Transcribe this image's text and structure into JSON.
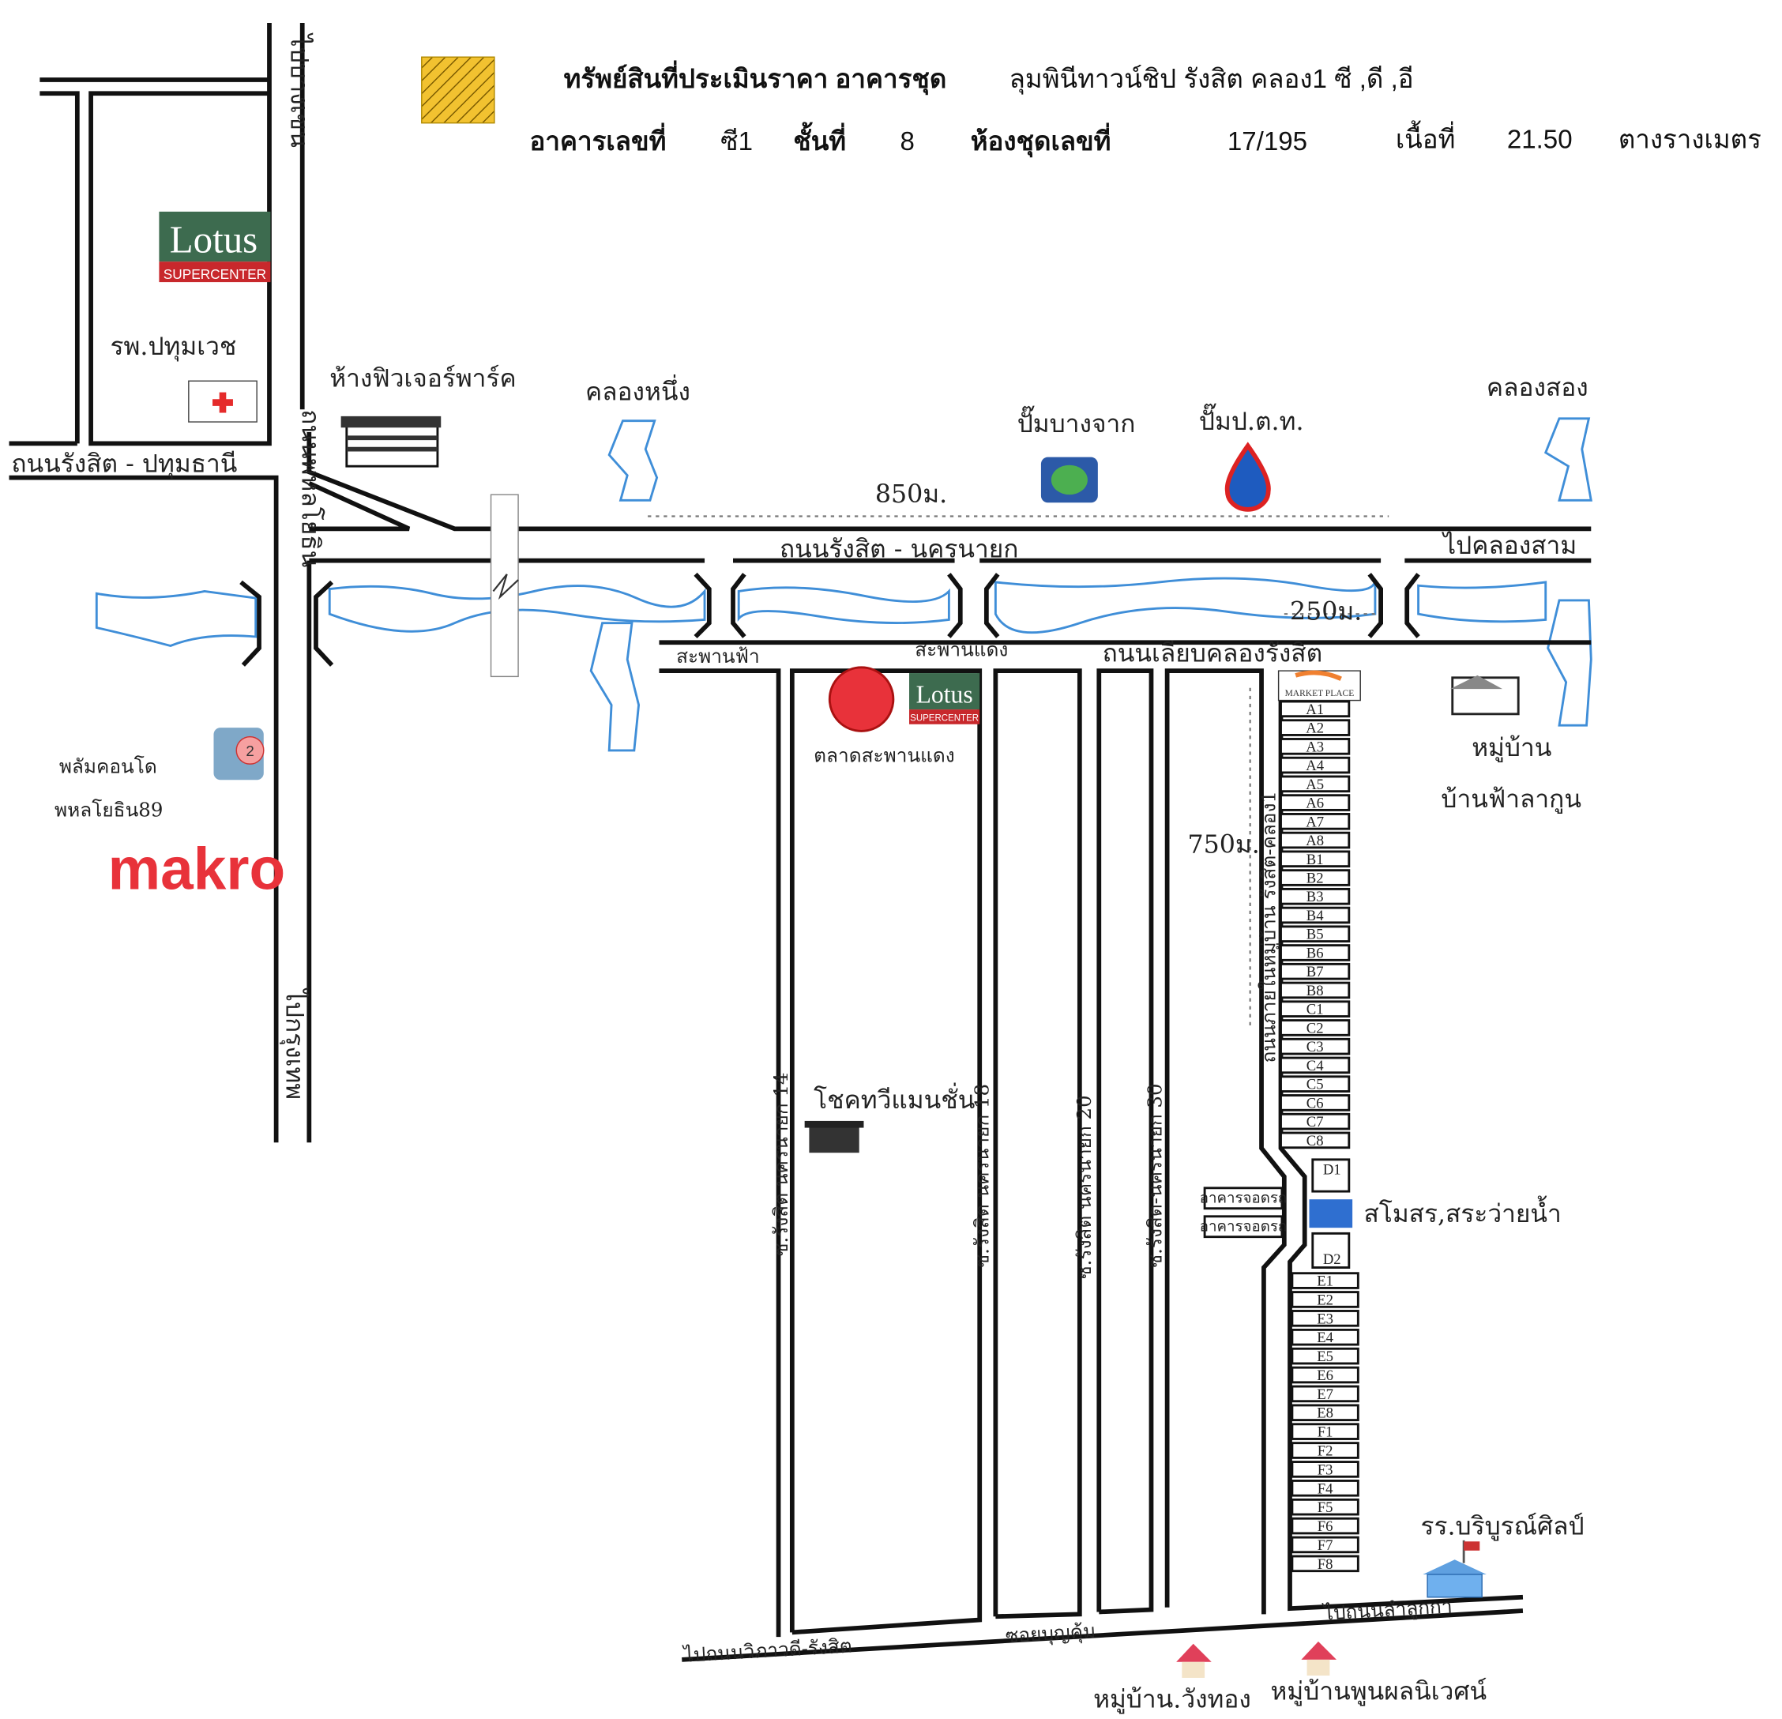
{
  "header": {
    "title_bold": "ทรัพย์สินที่ประเมินราคา อาคารชุด",
    "title_rest": "ลุมพินีทาวน์ชิป รังสิต คลอง1 ซี ,ดี ,อี",
    "building_label": "อาคารเลขที่",
    "building_value": "ซี1",
    "floor_label": "ชั้นที่",
    "floor_value": "8",
    "unit_label": "ห้องชุดเลขที่",
    "unit_value": "17/195",
    "area_label": "เนื้อที่",
    "area_value": "21.50",
    "area_unit": "ตางรางเมตร"
  },
  "colors": {
    "subject": "#f2c230",
    "water": "#3f8ed8",
    "club": "#2f6fd0",
    "market": "#e8323a"
  },
  "roads": {
    "to_bang_khen": "ไปบางเขน",
    "to_bangkok": "ไปกรุงเทพ",
    "phahon": "ถนนพหลโยธิน",
    "rangsit_pathum": "ถนนรังสิต - ปทุมธานี",
    "rangsit_nakhon": "ถนนรังสิต - นครนายก",
    "to_khlong_sam": "ไปคลองสาม",
    "canal_road": "ถนนเลียบคลองรังสิต",
    "soi_14": "ซ.รังสิต นครนายก 14",
    "soi_18": "ซ.รังสิต นครนายก 18",
    "soi_20": "ซ.รังสิต นครนายก 20",
    "soi_30": "ซ.รังสิต-นครนายก 30",
    "soi_main": "ถนนภายในหมู่บ้าน รังสิต-คลอง1",
    "to_wiphawadi": "ไปถนนวิภาวดี-รังสิต",
    "soi_bunkhum": "ซอยบุญคุ้ม",
    "to_lam_luk_ka": "ไปถนนลำลูกกา"
  },
  "places": {
    "lotus_brand": "Lotus",
    "lotus_sub": "SUPERCENTER",
    "hospital": "รพ.ปทุมเวช",
    "future_park": "ห้างฟิวเจอร์พาร์ค",
    "khlong_1": "คลองหนึ่ง",
    "khlong_2": "คลองสอง",
    "bangchak": "ปั๊มบางจาก",
    "ptt": "ปั๊มป.ต.ท.",
    "bridge_fa": "สะพานฟ้า",
    "bridge_daeng": "สะพานแดง",
    "market": "ตลาดสะพานแดง",
    "plum_condo_1": "พลัมคอนโด",
    "plum_condo_2": "พหลโยธิน89",
    "plum_badge": "2",
    "makro": "makro",
    "market_place": "MARKET PLACE",
    "village_fa": "หมู่บ้าน",
    "village_fa_2": "บ้านฟ้าลากูน",
    "chok_tawee": "โชคทวีแมนชั่น",
    "club": "สโมสร,สระว่ายน้ำ",
    "parking_1": "อาคารจอดรถ",
    "parking_2": "อาคารจอดรถ",
    "school": "รร.บริบูรณ์ศิลป์",
    "village_wang": "หมู่บ้าน.วังทอง",
    "village_phun": "หมู่บ้านพูนผลนิเวศน์"
  },
  "distances": {
    "d850": "850ม.",
    "d250": "250ม.",
    "d750": "750ม."
  },
  "units": {
    "upper": [
      "A1",
      "A2",
      "A3",
      "A4",
      "A5",
      "A6",
      "A7",
      "A8",
      "B1",
      "B2",
      "B3",
      "B4",
      "B5",
      "B6",
      "B7",
      "B8",
      "C1",
      "C2",
      "C3",
      "C4",
      "C5",
      "C6",
      "C7",
      "C8"
    ],
    "subject": "C1",
    "d1": "D1",
    "d2": "D2",
    "lower": [
      "E1",
      "E2",
      "E3",
      "E4",
      "E5",
      "E6",
      "E7",
      "E8",
      "F1",
      "F2",
      "F3",
      "F4",
      "F5",
      "F6",
      "F7",
      "F8"
    ]
  }
}
